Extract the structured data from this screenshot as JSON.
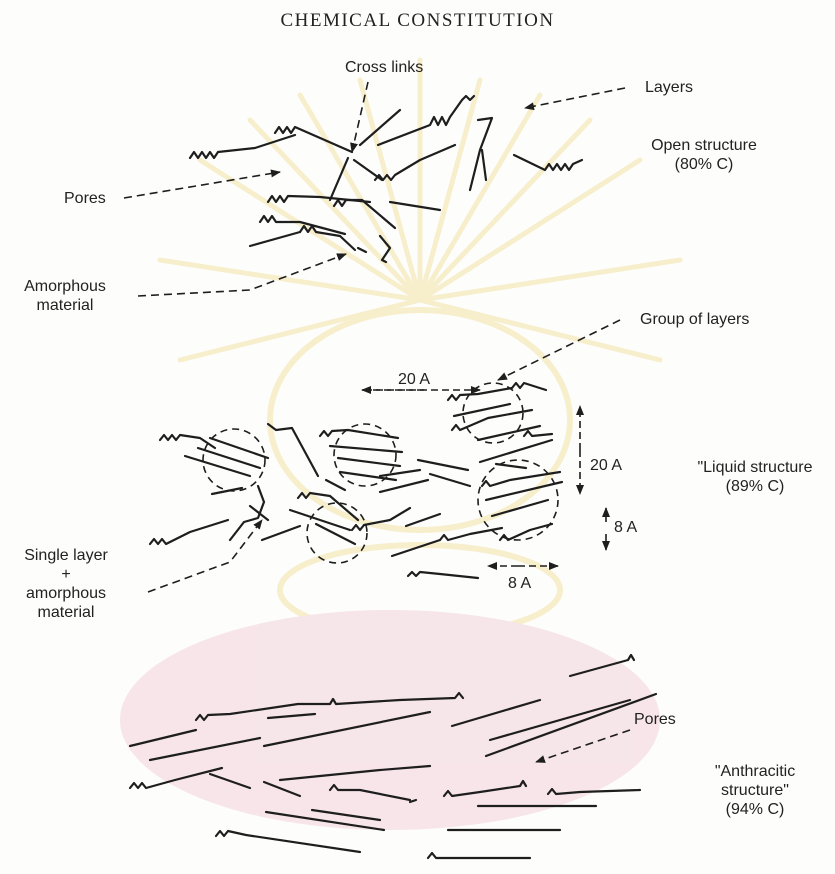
{
  "title": "CHEMICAL CONSTITUTION",
  "colors": {
    "ink": "#1e1e1e",
    "paper": "#fdfdfb",
    "watermark_gold": "#f3e3a6",
    "watermark_pink": "#f2d2dc"
  },
  "labels": {
    "cross_links": "Cross links",
    "layers": "Layers",
    "pores_top": "Pores",
    "open_structure": "Open structure",
    "open_structure_pct": "(80% C)",
    "amorphous_material_line1": "Amorphous",
    "amorphous_material_line2": "material",
    "group_of_layers": "Group of layers",
    "dim_20a_horizontal": "20 A",
    "dim_20a_vertical": "20 A",
    "dim_8a_vertical": "8 A",
    "dim_8a_horizontal": "8 A",
    "liquid_structure": "\"Liquid structure",
    "liquid_structure_pct": "(89% C)",
    "single_layer_line1": "Single layer",
    "single_layer_plus": "+",
    "single_layer_line2": "amorphous",
    "single_layer_line3": "material",
    "pores_bottom": "Pores",
    "anthracitic_line1": "\"Anthracitic",
    "anthracitic_line2": "structure\"",
    "anthracitic_pct": "(94% C)"
  },
  "watermark": {
    "logo": "university-seal"
  }
}
